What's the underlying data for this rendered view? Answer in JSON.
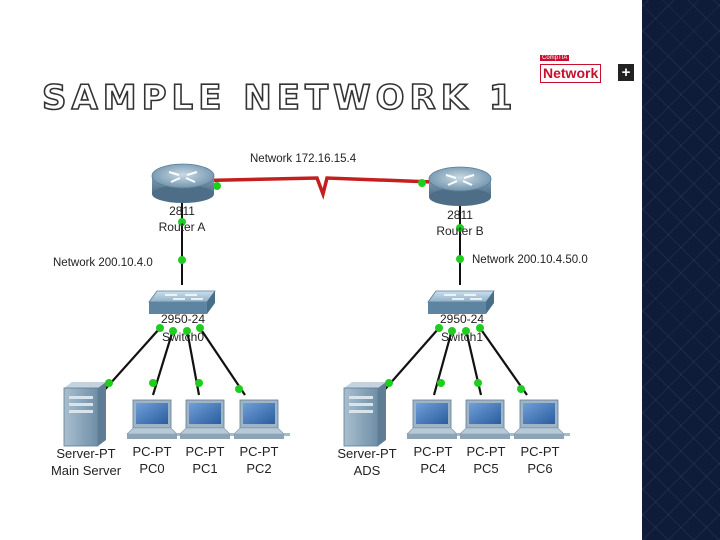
{
  "title": "SAMPLE NETWORK 1",
  "logo": {
    "top": "CompTIA",
    "main": "Network",
    "plus": "+"
  },
  "wan_label": "Network 172.16.15.4",
  "routers": [
    {
      "model": "2811",
      "name": "Router A"
    },
    {
      "model": "2811",
      "name": "Router B"
    }
  ],
  "lan_labels": [
    "Network 200.10.4.0",
    "Network 200.10.4.50.0"
  ],
  "switches": [
    {
      "model": "2950-24",
      "name": "Switch0"
    },
    {
      "model": "2950-24",
      "name": "Switch1"
    }
  ],
  "hosts": [
    {
      "type": "Server-PT",
      "name": "Main Server"
    },
    {
      "type": "PC-PT",
      "name": "PC0"
    },
    {
      "type": "PC-PT",
      "name": "PC1"
    },
    {
      "type": "PC-PT",
      "name": "PC2"
    },
    {
      "type": "Server-PT",
      "name": "ADS"
    },
    {
      "type": "PC-PT",
      "name": "PC4"
    },
    {
      "type": "PC-PT",
      "name": "PC5"
    },
    {
      "type": "PC-PT",
      "name": "PC6"
    }
  ],
  "colors": {
    "wan_link": "#c41e1e",
    "port_up": "#1fcc1f",
    "cable": "#111111",
    "router": "#6b8fa8",
    "switch": "#6e94ad",
    "server": "#8fa9bd",
    "monitor": "#3a6fb5"
  }
}
